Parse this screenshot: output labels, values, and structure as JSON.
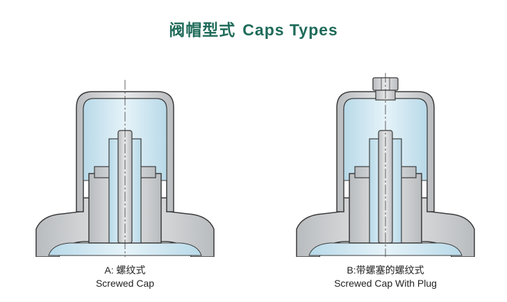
{
  "title": {
    "cn": "阀帽型式",
    "en": "Caps Types"
  },
  "figures": [
    {
      "id": "a",
      "caption_cn": "A: 螺纹式",
      "caption_en": "Screwed Cap"
    },
    {
      "id": "b",
      "caption_cn": "B:带螺塞的螺纹式",
      "caption_en": "Screwed Cap With Plug"
    }
  ],
  "colors": {
    "title": "#1f6b5a",
    "metal": "#d8dadc",
    "glass": "#cfe6f1",
    "outline": "#3a3a3a"
  }
}
